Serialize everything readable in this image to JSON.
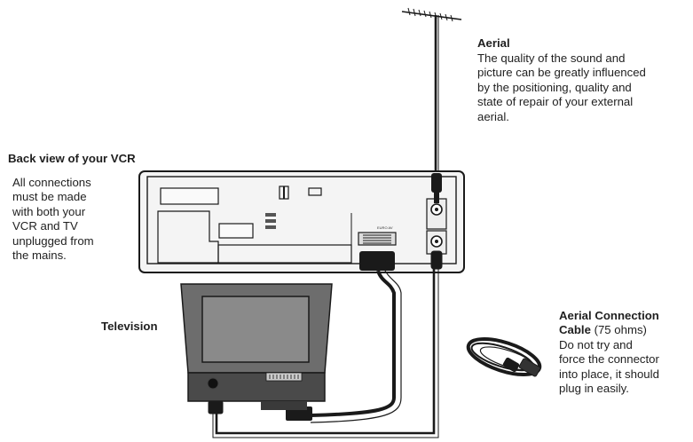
{
  "aerial": {
    "title": "Aerial",
    "body": "The quality of the sound and\npicture can be greatly influenced\nby the positioning, quality and\nstate of repair of your external\naerial."
  },
  "vcr": {
    "title": "Back view of your VCR",
    "note": "All connections\nmust be made\nwith both your\nVCR and TV\nunplugged from\nthe mains."
  },
  "television": {
    "label": "Television"
  },
  "cable": {
    "title_line1": "Aerial Connection",
    "title_line2_bold": "Cable",
    "title_line2_rest": " (75 ohms)",
    "body": "Do not try and\nforce the connector\ninto place, it should\nplug in easily."
  },
  "colors": {
    "line": "#1a1a1a",
    "panel": "#f2f2f2",
    "tv_body": "#6d6d6d",
    "tv_screen": "#8a8a8a"
  }
}
